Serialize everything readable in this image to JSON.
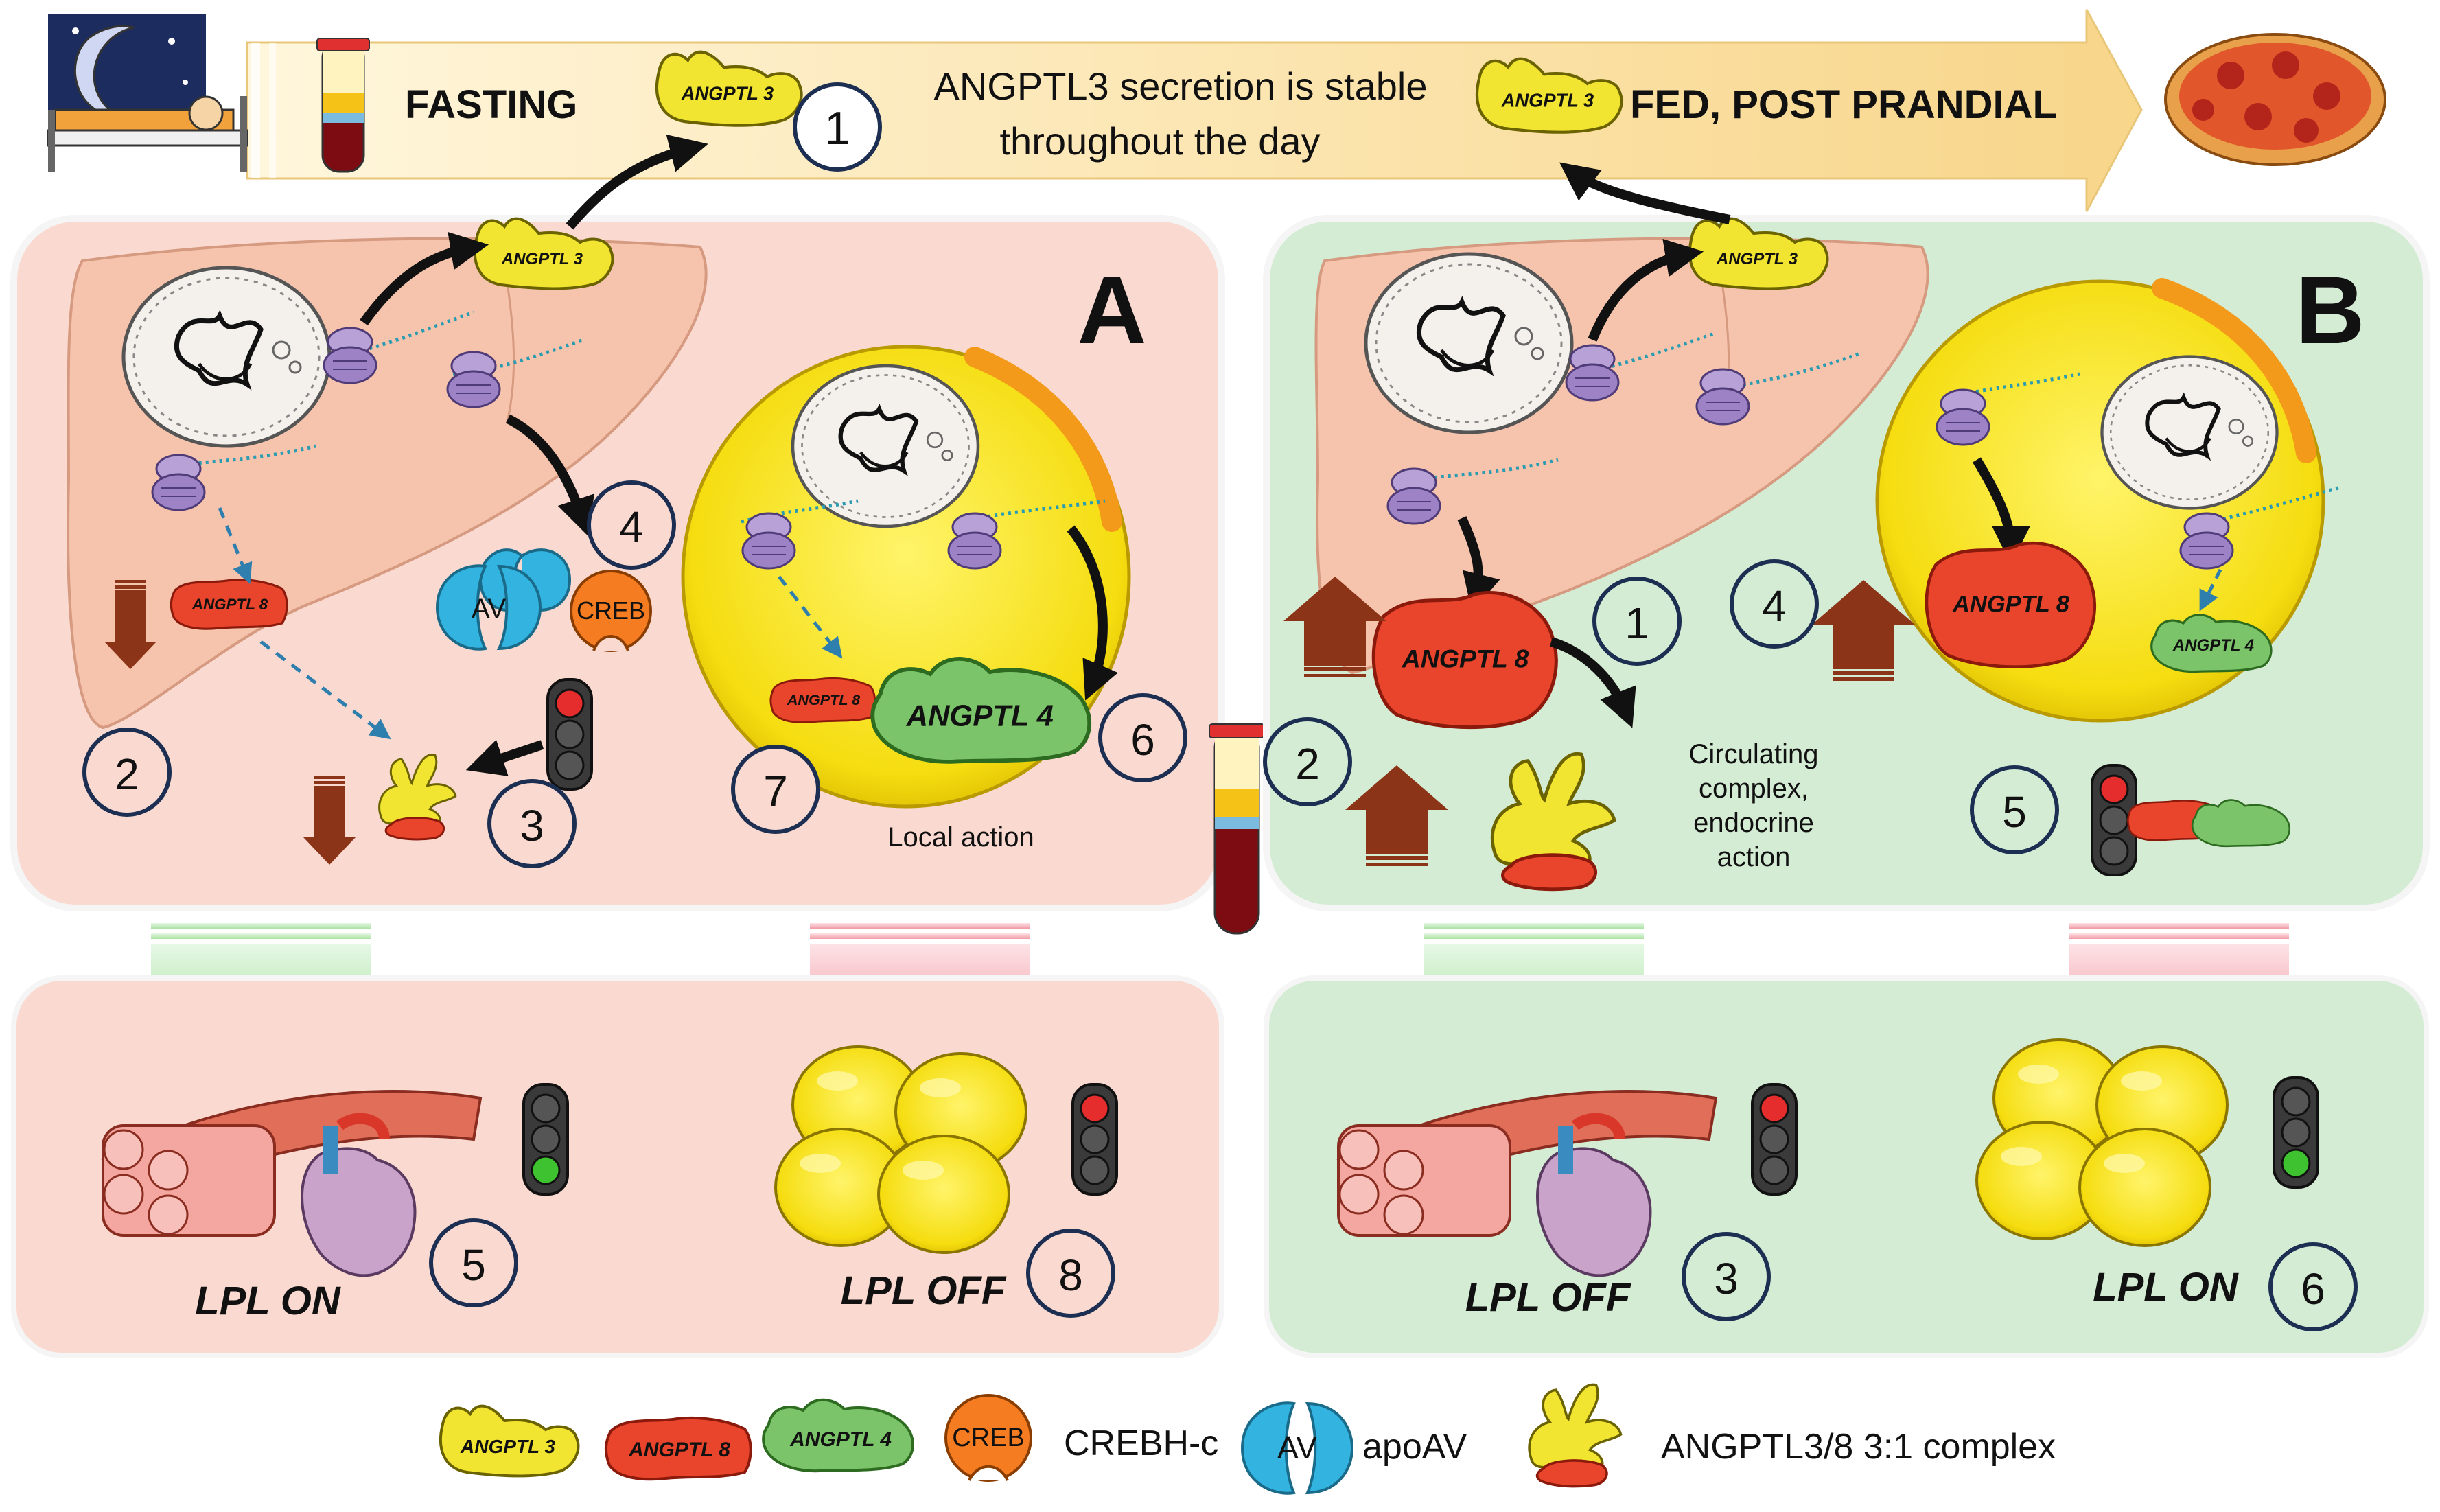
{
  "header": {
    "fasting_label": "FASTING",
    "fed_label": "FED, POST PRANDIAL",
    "secretion_line1": "ANGPTL3 secretion is stable",
    "secretion_line2": "throughout the day",
    "step_number": "1"
  },
  "protein_labels": {
    "angptl3": "ANGPTL 3",
    "angptl8": "ANGPTL 8",
    "angptl4": "ANGPTL 4",
    "creb": "CREB",
    "av": "AV"
  },
  "panel_a": {
    "letter": "A",
    "local_action": "Local action",
    "num_2": "2",
    "num_3": "3",
    "num_4": "4",
    "num_6": "6",
    "num_7": "7"
  },
  "panel_b": {
    "letter": "B",
    "circulating_line1": "Circulating",
    "circulating_line2": "complex,",
    "circulating_line3": "endocrine",
    "circulating_line4": "action",
    "num_1": "1",
    "num_2": "2",
    "num_4": "4",
    "num_5": "5"
  },
  "bottom_a": {
    "muscle_lpl": "LPL ON",
    "muscle_num": "5",
    "adipose_lpl": "LPL OFF",
    "adipose_num": "8"
  },
  "bottom_b": {
    "muscle_lpl": "LPL OFF",
    "muscle_num": "3",
    "adipose_lpl": "LPL ON",
    "adipose_num": "6"
  },
  "legend": {
    "angptl3": "ANGPTL 3",
    "angptl8": "ANGPTL 8",
    "angptl4": "ANGPTL 4",
    "creb_icon": "CREB",
    "creb_text": "CREBH-c",
    "av_icon": "AV",
    "av_text": "apoAV",
    "complex_text": "ANGPTL3/8 3:1 complex"
  },
  "colors": {
    "panel_a_bg": "#fadad0",
    "panel_b_bg": "#d4ecd4",
    "header_arrow": "#fde7b0",
    "angptl3": "#f2e531",
    "angptl8": "#e8452c",
    "angptl4": "#7cc46a",
    "creb": "#f57c20",
    "av": "#33b3e0",
    "liver": "#f6c4ad",
    "adipocyte": "#f7e21a",
    "brown_arrow": "#8c3417"
  }
}
